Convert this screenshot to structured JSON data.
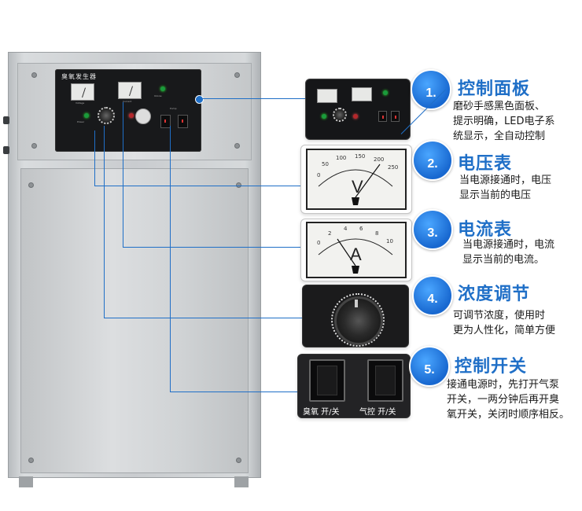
{
  "machine": {
    "panel_title": "臭氧发生器",
    "panel_tiny_labels": [
      "Voltage",
      "Current",
      "Ozone",
      "Power",
      "Pump"
    ]
  },
  "callouts": [
    {
      "number": "1",
      "title": "控制面板",
      "description": "磨砂手感黑色面板、\n提示明确，LED电子系\n统显示，全自动控制"
    },
    {
      "number": "2",
      "title": "电压表",
      "description": "当电源接通时，电压\n显示当前的电压"
    },
    {
      "number": "3",
      "title": "电流表",
      "description": "当电源接通时，电流\n显示当前的电流。"
    },
    {
      "number": "4",
      "title": "浓度调节",
      "description": "可调节浓度，使用时\n更为人性化，简单方便"
    },
    {
      "number": "5",
      "title": "控制开关",
      "description": "接通电源时，先打开气泵\n开关，一两分钟后再开臭\n氧开关，关闭时顺序相反。"
    }
  ],
  "voltmeter": {
    "unit_letter": "V",
    "scale": [
      "0",
      "50",
      "100",
      "150",
      "200",
      "250"
    ]
  },
  "ammeter": {
    "unit_letter": "A",
    "scale": [
      "0",
      "2",
      "4",
      "6",
      "8",
      "10"
    ]
  },
  "switches": {
    "left_label": "臭氧 开/关",
    "right_label": "气控 开/关"
  },
  "colors": {
    "accent": "#1f6fc7",
    "panel": "#18191b",
    "cabinet": "#cfd2d4"
  }
}
